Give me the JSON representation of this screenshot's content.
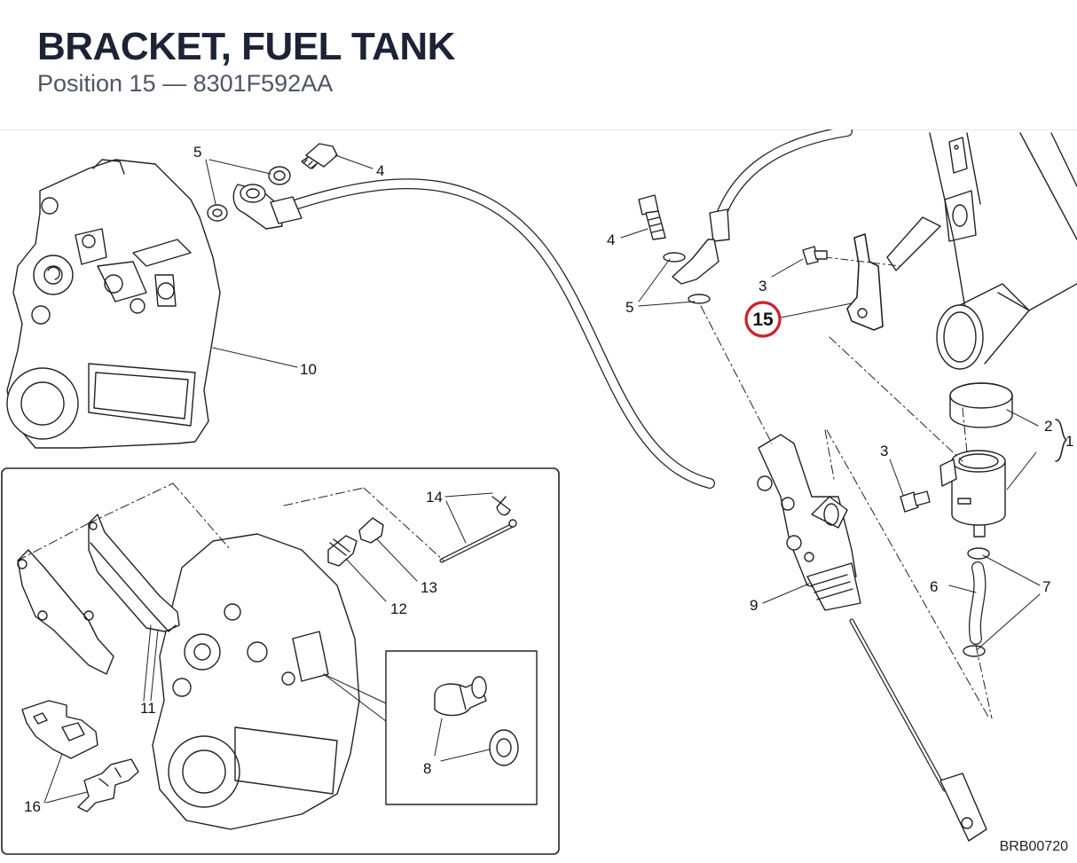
{
  "header": {
    "title": "BRACKET, FUEL TANK",
    "subtitle": "Position 15 — 8301F592AA"
  },
  "highlight": {
    "label": "15",
    "color": "#d0202a"
  },
  "callouts": {
    "c4a": "4",
    "c5a": "5",
    "c10": "10",
    "c4b": "4",
    "c5b": "5",
    "c3a": "3",
    "c2": "2",
    "c1": "1",
    "c3b": "3",
    "c9": "9",
    "c6": "6",
    "c7": "7",
    "c14": "14",
    "c13": "13",
    "c12": "12",
    "c11": "11",
    "c8": "8",
    "c16": "16"
  },
  "drawing_code": "BRB00720"
}
